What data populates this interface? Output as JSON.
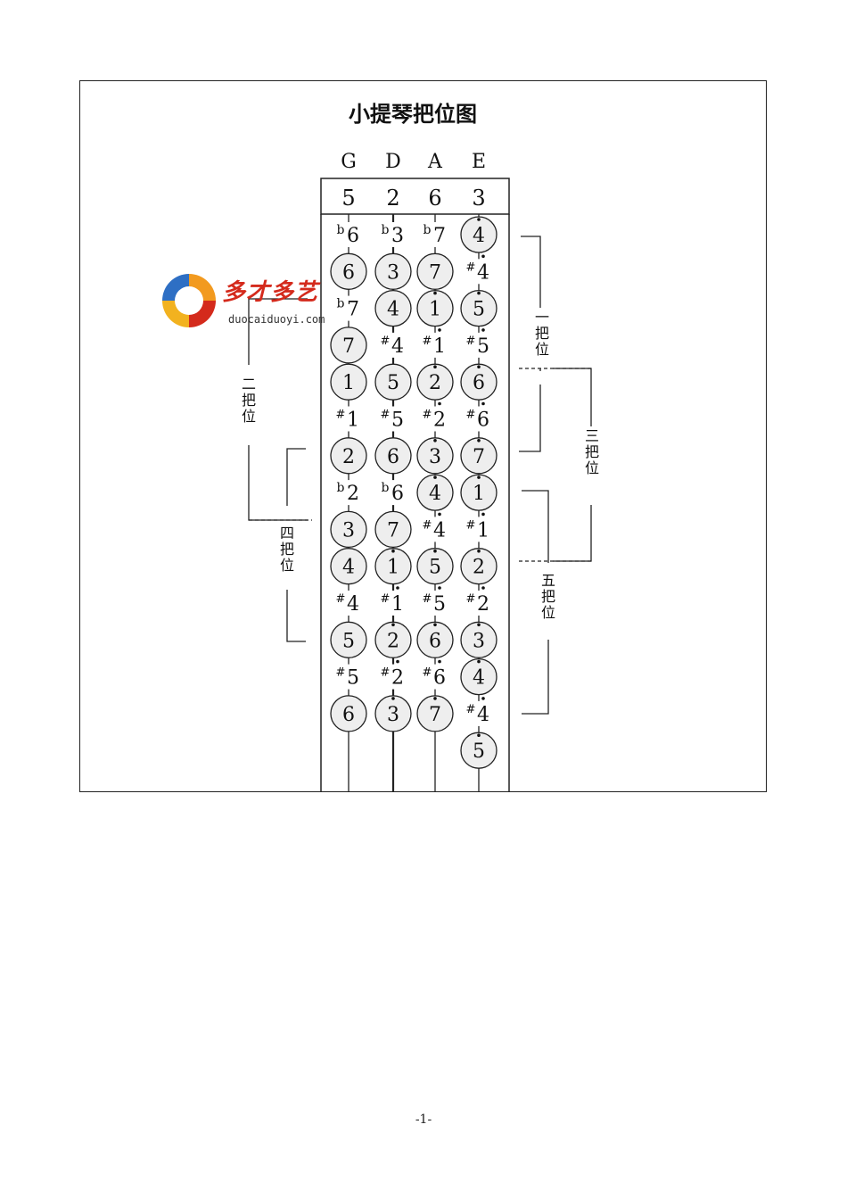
{
  "title": "小提琴把位图",
  "strings": [
    "G",
    "D",
    "A",
    "E"
  ],
  "open_notes": [
    "5",
    "2",
    "6",
    "3"
  ],
  "colors": {
    "circle_fill": "#eeeeee",
    "line": "#222222",
    "logo_red": "#d42a1c",
    "logo_orange": "#f29a1f",
    "logo_blue": "#2e6fc4"
  },
  "chart_data": {
    "type": "table",
    "columns": [
      "G",
      "D",
      "A",
      "E"
    ],
    "rows": [
      {
        "notes": [
          {
            "t": "b6"
          },
          {
            "t": "b3"
          },
          {
            "t": "b7"
          },
          {
            "t": "4",
            "c": 1,
            "d": "a"
          }
        ]
      },
      {
        "notes": [
          {
            "t": "6",
            "c": 1
          },
          {
            "t": "3",
            "c": 1
          },
          {
            "t": "7",
            "c": 1
          },
          {
            "t": "#4",
            "d": "a"
          }
        ]
      },
      {
        "notes": [
          {
            "t": "b7"
          },
          {
            "t": "4",
            "c": 1
          },
          {
            "t": "1",
            "c": 1,
            "d": "a"
          },
          {
            "t": "5",
            "c": 1,
            "d": "a"
          }
        ]
      },
      {
        "notes": [
          {
            "t": "7",
            "c": 1
          },
          {
            "t": "#4"
          },
          {
            "t": "#1",
            "d": "a"
          },
          {
            "t": "#5",
            "d": "a"
          }
        ]
      },
      {
        "notes": [
          {
            "t": "1",
            "c": 1
          },
          {
            "t": "5",
            "c": 1
          },
          {
            "t": "2",
            "c": 1,
            "d": "a"
          },
          {
            "t": "6",
            "c": 1,
            "d": "a"
          }
        ]
      },
      {
        "notes": [
          {
            "t": "#1"
          },
          {
            "t": "#5"
          },
          {
            "t": "#2",
            "d": "a"
          },
          {
            "t": "#6",
            "d": "a"
          }
        ]
      },
      {
        "notes": [
          {
            "t": "2",
            "c": 1
          },
          {
            "t": "6",
            "c": 1
          },
          {
            "t": "3",
            "c": 1,
            "d": "a"
          },
          {
            "t": "7",
            "c": 1,
            "d": "a"
          }
        ]
      },
      {
        "notes": [
          {
            "t": "b2"
          },
          {
            "t": "b6"
          },
          {
            "t": "4",
            "c": 1,
            "d": "a"
          },
          {
            "t": "1",
            "c": 1,
            "d": "a"
          }
        ]
      },
      {
        "notes": [
          {
            "t": "3",
            "c": 1
          },
          {
            "t": "7",
            "c": 1
          },
          {
            "t": "#4",
            "d": "a"
          },
          {
            "t": "#1",
            "d": "a"
          }
        ]
      },
      {
        "notes": [
          {
            "t": "4",
            "c": 1
          },
          {
            "t": "1",
            "c": 1,
            "d": "a"
          },
          {
            "t": "5",
            "c": 1,
            "d": "a"
          },
          {
            "t": "2",
            "c": 1,
            "d": "a"
          }
        ]
      },
      {
        "notes": [
          {
            "t": "#4"
          },
          {
            "t": "#1",
            "d": "a"
          },
          {
            "t": "#5",
            "d": "a"
          },
          {
            "t": "#2",
            "d": "a"
          }
        ]
      },
      {
        "notes": [
          {
            "t": "5",
            "c": 1
          },
          {
            "t": "2",
            "c": 1,
            "d": "a"
          },
          {
            "t": "6",
            "c": 1,
            "d": "a"
          },
          {
            "t": "3",
            "c": 1,
            "d": "a"
          }
        ]
      },
      {
        "notes": [
          {
            "t": "#5"
          },
          {
            "t": "#2",
            "d": "a"
          },
          {
            "t": "#6",
            "d": "a"
          },
          {
            "t": "4",
            "c": 1,
            "d": "a"
          }
        ]
      },
      {
        "notes": [
          {
            "t": "6",
            "c": 1
          },
          {
            "t": "3",
            "c": 1,
            "d": "a"
          },
          {
            "t": "7",
            "c": 1,
            "d": "a"
          },
          {
            "t": "#4",
            "d": "a"
          }
        ]
      },
      {
        "notes": [
          null,
          null,
          null,
          {
            "t": "5",
            "c": 1,
            "d": "a"
          }
        ]
      }
    ],
    "positions": [
      "一把位",
      "二把位",
      "三把位",
      "四把位",
      "五把位"
    ]
  },
  "watermark": {
    "name": "多才多艺",
    "url": "duocaiduoyi.com"
  },
  "page_number": "-1-"
}
